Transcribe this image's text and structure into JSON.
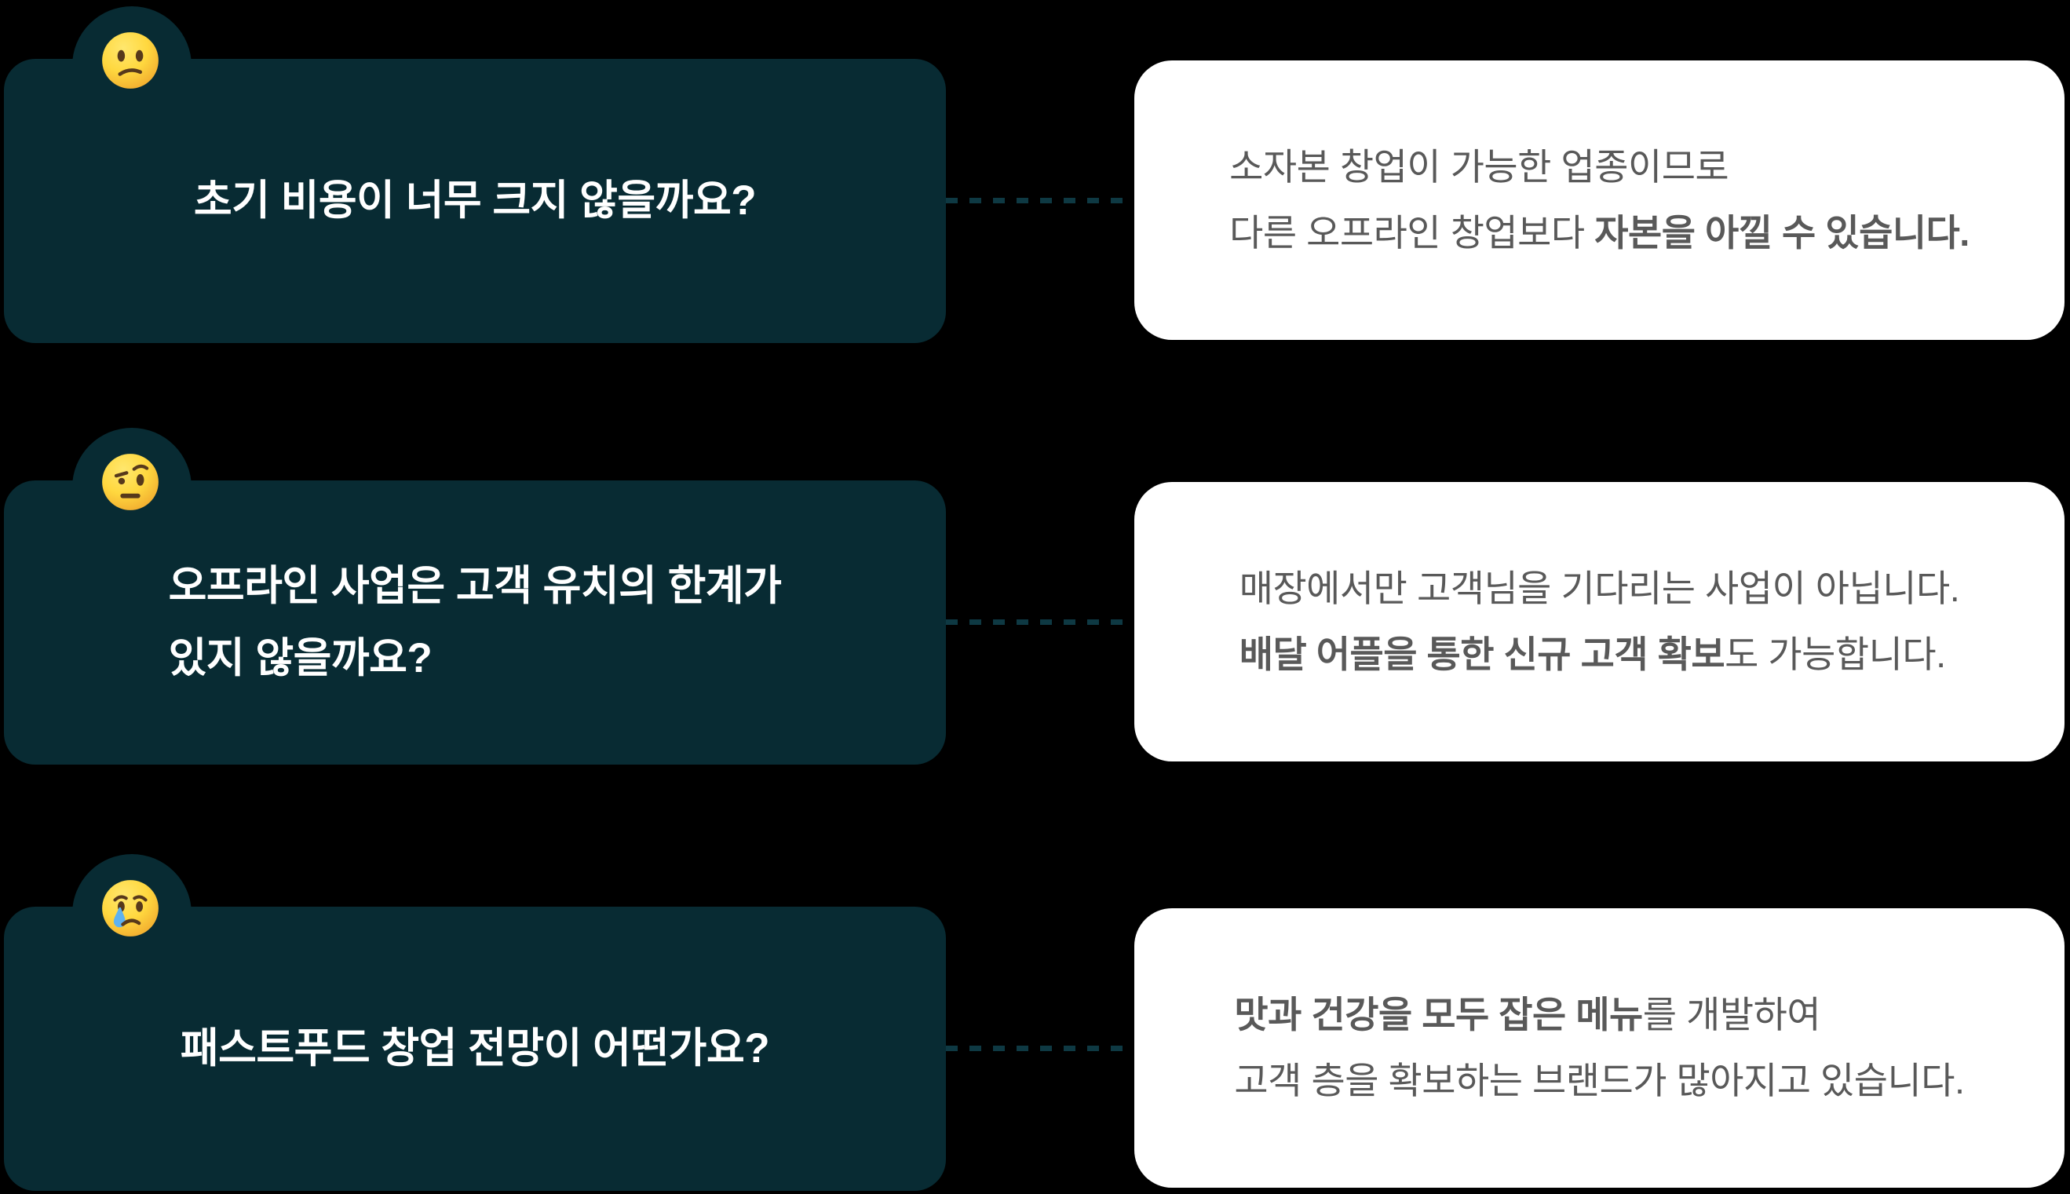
{
  "colors": {
    "background": "#000000",
    "question_card": "#082b33",
    "answer_card": "#ffffff",
    "question_text": "#ffffff",
    "answer_text": "#595959",
    "connector_dash": "#0e3943",
    "emoji_face": "#ffd83f",
    "emoji_features": "#57391b",
    "emoji_tear": "#5eb2f0"
  },
  "rows": [
    {
      "emoji": "confused-face",
      "question": {
        "l1": "초기 비용이 너무 크지 않을까요?"
      },
      "answer": {
        "l1_regular": "소자본 창업이 가능한 업종이므로",
        "l2_regular": "다른 오프라인 창업보다 ",
        "l2_bold": "자본을 아낄 수 있습니다."
      }
    },
    {
      "emoji": "face-with-raised-eyebrow",
      "question": {
        "l1": "오프라인 사업은 고객 유치의 한계가",
        "l2": "있지 않을까요?"
      },
      "answer": {
        "l1_regular": "매장에서만 고객님을 기다리는 사업이 아닙니다.",
        "l2_bold": "배달 어플을 통한 신규 고객 확보",
        "l2_regular": "도 가능합니다."
      }
    },
    {
      "emoji": "crying-face",
      "question": {
        "l1": "패스트푸드 창업 전망이 어떤가요?"
      },
      "answer": {
        "l1_bold": "맛과 건강을 모두 잡은 메뉴",
        "l1_regular": "를 개발하여",
        "l2_regular": "고객 층을 확보하는 브랜드가 많아지고 있습니다."
      }
    }
  ]
}
